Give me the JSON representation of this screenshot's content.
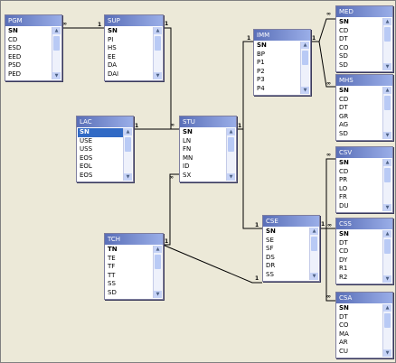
{
  "one_label": "1",
  "many_label": "∞",
  "tables": {
    "pgm": {
      "title": "PGM",
      "fields": [
        "SN",
        "CD",
        "ESD",
        "EED",
        "PSD",
        "PED"
      ]
    },
    "sup": {
      "title": "SUP",
      "fields": [
        "SN",
        "PI",
        "HS",
        "EE",
        "DA",
        "DAI"
      ]
    },
    "imm": {
      "title": "IMM",
      "fields": [
        "SN",
        "BP",
        "P1",
        "P2",
        "P3",
        "P4"
      ]
    },
    "med": {
      "title": "MED",
      "fields": [
        "SN",
        "CD",
        "DT",
        "CO",
        "SD",
        "SD"
      ]
    },
    "mhs": {
      "title": "MHS",
      "fields": [
        "SN",
        "CD",
        "DT",
        "GR",
        "AG",
        "SD"
      ]
    },
    "lac": {
      "title": "LAC",
      "fields": [
        "SN",
        "USE",
        "USS",
        "EOS",
        "EOL",
        "EOS"
      ]
    },
    "stu": {
      "title": "STU",
      "fields": [
        "SN",
        "LN",
        "FN",
        "MN",
        "ID",
        "SX"
      ]
    },
    "csv": {
      "title": "CSV",
      "fields": [
        "SN",
        "CD",
        "PR",
        "LO",
        "FR",
        "DU"
      ]
    },
    "tch": {
      "title": "TCH",
      "fields": [
        "TN",
        "TE",
        "TF",
        "TT",
        "SS",
        "SD"
      ]
    },
    "cse": {
      "title": "CSE",
      "fields": [
        "SN",
        "SE",
        "SF",
        "DS",
        "DR",
        "SS"
      ]
    },
    "css": {
      "title": "CSS",
      "fields": [
        "SN",
        "DT",
        "CD",
        "DY",
        "R1",
        "R2"
      ]
    },
    "csa": {
      "title": "CSA",
      "fields": [
        "SN",
        "DT",
        "CO",
        "MA",
        "AR",
        "CU"
      ]
    }
  }
}
